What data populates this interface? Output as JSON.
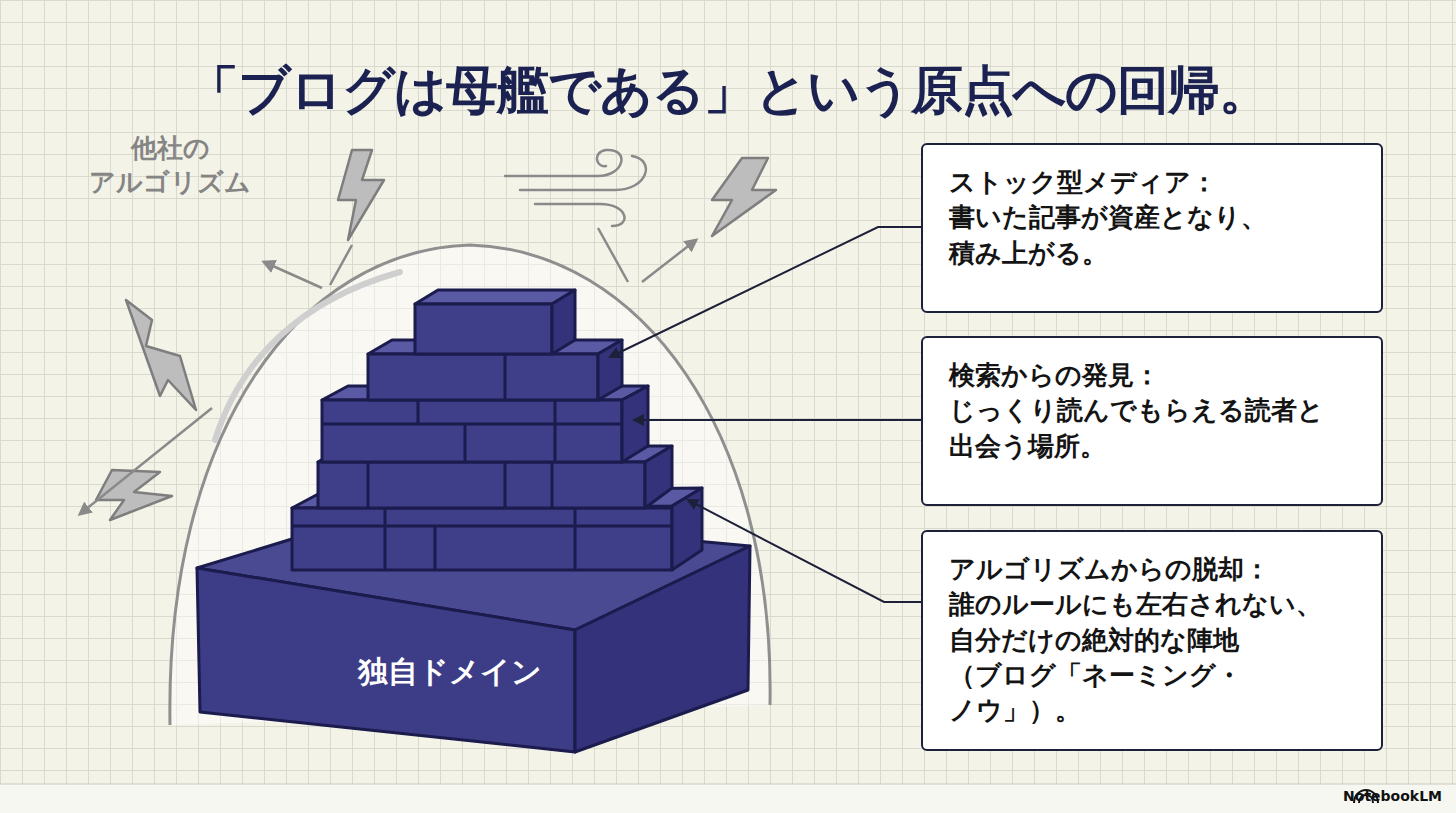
{
  "diagram": {
    "title": "「ブログは母艦である」という原点への回帰。",
    "nodes": [
      {
        "text": [
          "ストック型メディア：",
          "書いた記事が資産となり、 積み上がる。"
        ]
      },
      {
        "text": [
          "検索からの発見：",
          "じっくり読んでもらえる読者と 出会う場所。"
        ]
      },
      {
        "text": [
          "アルゴリズムからの脱却：",
          "誰のルールにも左右されない、 自分だけの絶対的な陣地 （ブログ「ネーミング・ノウ」）。"
        ]
      },
      {
        "text": [
          "独自ドメイン"
        ]
      }
    ],
    "labels": [
      "他社の アルゴリズム",
      "NotebookLM"
    ]
  }
}
